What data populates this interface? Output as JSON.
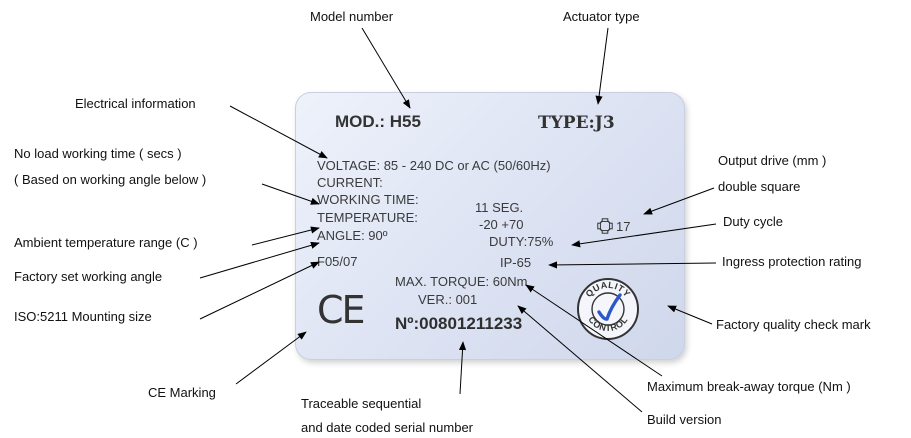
{
  "plate": {
    "model": "MOD.: H55",
    "type": "TYPE:J3",
    "voltage": "VOLTAGE: 85 - 240 DC or AC (50/60Hz)",
    "current": "CURRENT:",
    "working_time_label": "WORKING TIME:",
    "working_time_value": "11 SEG.",
    "temperature_label": "TEMPERATURE:",
    "temperature_value": "-20 +70",
    "drive_size": "17",
    "angle": "ANGLE: 90º",
    "duty": "DUTY:75%",
    "mounting": "F05/07",
    "ip_rating": "IP-65",
    "torque": "MAX. TORQUE: 60Nm",
    "version": "VER.: 001",
    "serial": "Nº:00801211233",
    "ce_mark": "CE",
    "stamp_top": "QUALITY",
    "stamp_bottom": "CONTROL"
  },
  "callouts": {
    "model_number": "Model number",
    "actuator_type": "Actuator type",
    "electrical_information": "Electrical information",
    "no_load_time_1": "No load working time ( secs )",
    "no_load_time_2": "( Based on working angle below )",
    "ambient_temperature": "Ambient temperature range (C )",
    "factory_angle": "Factory set working angle",
    "iso_mounting": "ISO:5211 Mounting size",
    "ce_marking": "CE Marking",
    "serial_1": "Traceable sequential",
    "serial_2": "and date coded serial number",
    "output_drive_1": "Output drive (mm )",
    "output_drive_2": "double square",
    "duty_cycle": "Duty cycle",
    "ingress_protection": "Ingress protection rating",
    "quality_check": "Factory quality check mark",
    "max_torque": "Maximum break-away torque (Nm )",
    "build_version": "Build version"
  },
  "colors": {
    "plate": "#dfe5f4",
    "stamp": "#2b57c8",
    "arrow": "#000000"
  }
}
